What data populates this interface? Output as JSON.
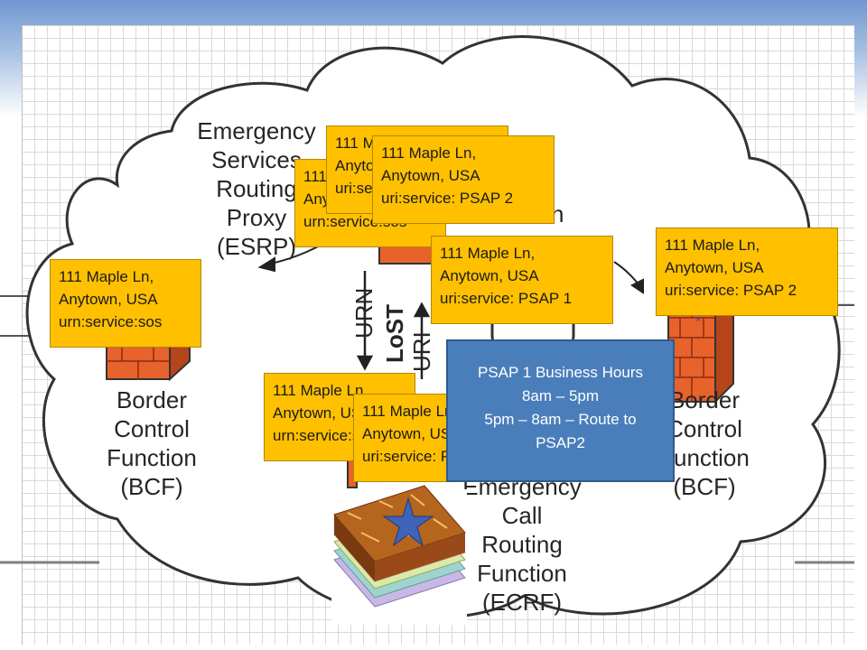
{
  "diagram": {
    "esrp_label": [
      "Emergency",
      "Services",
      "Routing",
      "Proxy",
      "(ESRP)"
    ],
    "bcf_left_label": [
      "Border",
      "Control",
      "Function",
      "(BCF)"
    ],
    "bcf_right_label": [
      "Border",
      "Control",
      "Function",
      "(BCF)"
    ],
    "ecrf_label": [
      "Emergency",
      "Call",
      "Routing",
      "Function",
      "(ECRF)"
    ],
    "psap_partial": "n",
    "lost_label": "LoST",
    "urn_label": "URN",
    "uri_label": "URI"
  },
  "callouts": [
    {
      "id": "left",
      "lines": [
        "111 Maple Ln,",
        "Anytown, USA",
        "urn:service:sos"
      ]
    },
    {
      "id": "stack-back-lower",
      "lines": [
        "111 Maple Ln,",
        "Anytown, USA",
        "urn:service:sos"
      ]
    },
    {
      "id": "stack-back-upper",
      "lines": [
        "111 Maple Ln,",
        "Anytown, USA",
        "uri:service: PSAP 2"
      ]
    },
    {
      "id": "stack-front",
      "lines": [
        "111 Maple Ln,",
        "Anytown, USA",
        "uri:service: PSAP 2"
      ]
    },
    {
      "id": "center",
      "lines": [
        "111 Maple Ln,",
        "Anytown, USA",
        "uri:service: PSAP 1"
      ]
    },
    {
      "id": "right",
      "lines": [
        "111 Maple Ln,",
        "Anytown, USA",
        "uri:service: PSAP 2"
      ]
    },
    {
      "id": "bottom-back",
      "lines": [
        "111 Maple Ln,",
        "Anytown, USA",
        "urn:service:sos"
      ]
    },
    {
      "id": "bottom-front",
      "lines": [
        "111 Maple Ln,",
        "Anytown, USA",
        "uri:service: PSAP 1"
      ]
    }
  ],
  "info_box": {
    "lines": [
      "PSAP 1 Business Hours",
      "8am – 5pm",
      "5pm – 8am – Route to",
      "PSAP2"
    ],
    "color": "#4a7ebb"
  },
  "colors": {
    "callout": "#ffc000",
    "firewall": "#e8622c",
    "star": "#3e63b8"
  }
}
